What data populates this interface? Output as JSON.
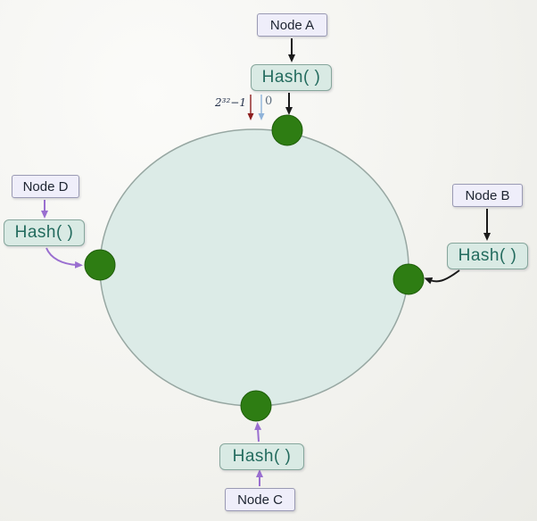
{
  "diagram": {
    "type": "consistent-hashing-ring",
    "ring": {
      "max_label": "2³²−1",
      "zero_label": "0"
    },
    "nodes": {
      "a": {
        "label": "Node A",
        "hash": "Hash( )"
      },
      "b": {
        "label": "Node B",
        "hash": "Hash( )"
      },
      "c": {
        "label": "Node C",
        "hash": "Hash( )"
      },
      "d": {
        "label": "Node D",
        "hash": "Hash( )"
      }
    },
    "colors": {
      "background": "#f3f3ef",
      "ring_fill": "#dcebe7",
      "ring_stroke": "#97a7a2",
      "node_dot_green": "#2e7d13",
      "node_box_bg": "#efeefa",
      "node_box_border": "#9a9ab4",
      "hash_box_bg": "#d9eae4",
      "hash_box_border": "#86a69c",
      "hash_text": "#236b5e",
      "arrow_black": "#1a1a1a",
      "arrow_purple": "#9a6fd0",
      "marker_max_red": "#8e1f1f",
      "marker_zero_blue": "#8fb3d9"
    }
  }
}
